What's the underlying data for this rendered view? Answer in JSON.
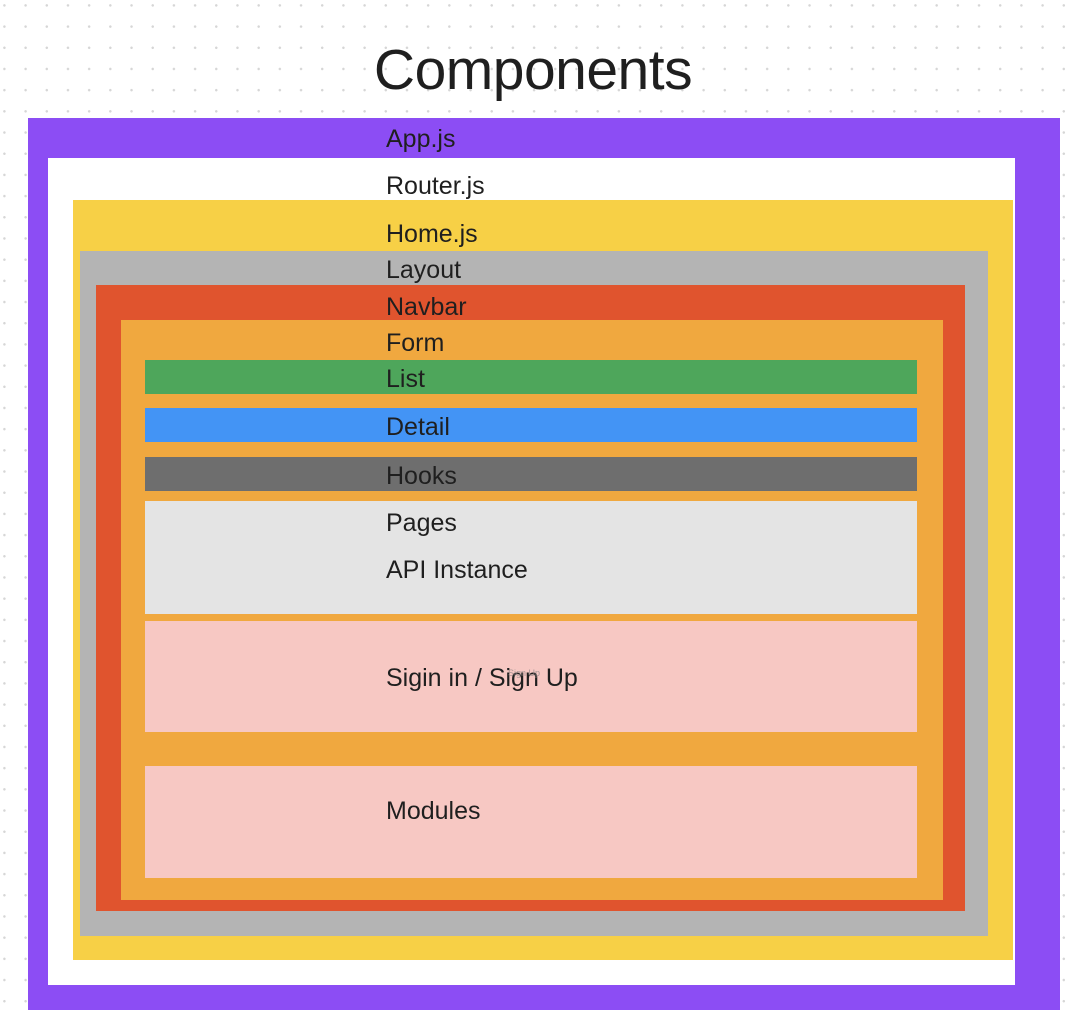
{
  "page": {
    "title": "Components",
    "background": "#ffffff",
    "dot_grid_color": "#d6d6d6"
  },
  "diagram": {
    "type": "nested-containers",
    "layers": [
      {
        "key": "app",
        "label": "App.js",
        "color": "#8c4df4",
        "level": 0
      },
      {
        "key": "router",
        "label": "Router.js",
        "color": "#ffffff",
        "level": 1
      },
      {
        "key": "home",
        "label": "Home.js",
        "color": "#f7d046",
        "level": 2
      },
      {
        "key": "layout",
        "label": "Layout",
        "color": "#b4b4b4",
        "level": 3
      },
      {
        "key": "navbar",
        "label": "Navbar",
        "color": "#e0542e",
        "level": 4
      },
      {
        "key": "form",
        "label": "Form",
        "color": "#f0a83f",
        "level": 5
      },
      {
        "key": "list",
        "label": "List",
        "color": "#4ea65b",
        "level": 6
      },
      {
        "key": "detail",
        "label": "Detail",
        "color": "#4394f5",
        "level": 6
      },
      {
        "key": "hooks",
        "label": "Hooks",
        "color": "#6e6e6e",
        "level": 6
      },
      {
        "key": "pages",
        "label": "Pages",
        "color": "#e4e4e4",
        "level": 6
      },
      {
        "key": "api",
        "label": "API Instance",
        "color": "#e4e4e4",
        "level": 6
      },
      {
        "key": "signin",
        "label": "Sigin in / Sign Up",
        "color": "#f7c8c3",
        "level": 6
      },
      {
        "key": "modules",
        "label": "Modules",
        "color": "#f7c8c3",
        "level": 6
      }
    ],
    "ghost_artifact": "Sign Up"
  }
}
